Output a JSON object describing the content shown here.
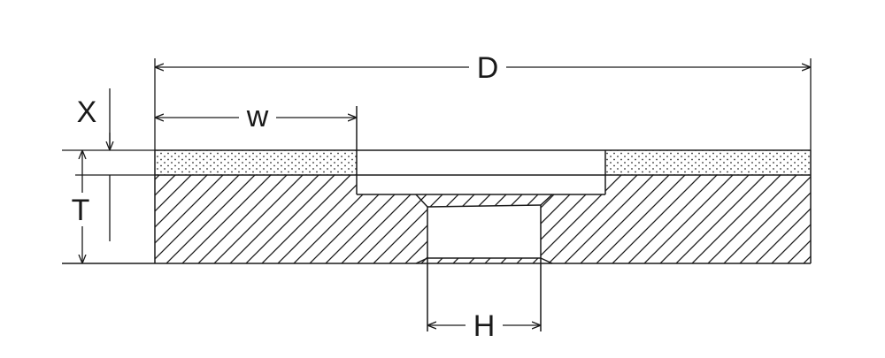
{
  "labels": {
    "D": "D",
    "W": "w",
    "X": "X",
    "T": "T",
    "H": "H"
  },
  "colors": {
    "stroke": "#1a1a1a",
    "background": "#ffffff",
    "abrasive_dot": "#333333"
  }
}
